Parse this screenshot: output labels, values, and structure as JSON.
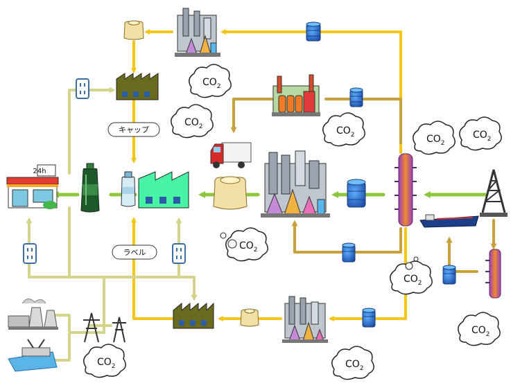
{
  "co2_labels": [
    {
      "id": "co2-1",
      "text": "CO",
      "sub": "2"
    },
    {
      "id": "co2-2",
      "text": "CO",
      "sub": "2"
    },
    {
      "id": "co2-3",
      "text": "CO",
      "sub": "2"
    },
    {
      "id": "co2-4",
      "text": "CO",
      "sub": "2"
    },
    {
      "id": "co2-5",
      "text": "CO",
      "sub": "2"
    },
    {
      "id": "co2-6",
      "text": "CO",
      "sub": "2"
    },
    {
      "id": "co2-7",
      "text": "CO",
      "sub": "2"
    },
    {
      "id": "co2-8",
      "text": "CO",
      "sub": "2"
    },
    {
      "id": "co2-9",
      "text": "CO",
      "sub": "2"
    },
    {
      "id": "co2-10",
      "text": "CO",
      "sub": "2"
    },
    {
      "id": "co2-11",
      "text": "CO",
      "sub": "2"
    }
  ],
  "labels": {
    "cap": "キャップ",
    "label": "ラベル",
    "store_sign": "24h"
  },
  "colors": {
    "yellow_flow": "#f5c518",
    "green_flow": "#8dc63f",
    "brown_flow": "#c9a13b",
    "power_line": "#d4d48a",
    "factory_green": "#47f5a4",
    "factory_olive": "#6b6b1f"
  }
}
